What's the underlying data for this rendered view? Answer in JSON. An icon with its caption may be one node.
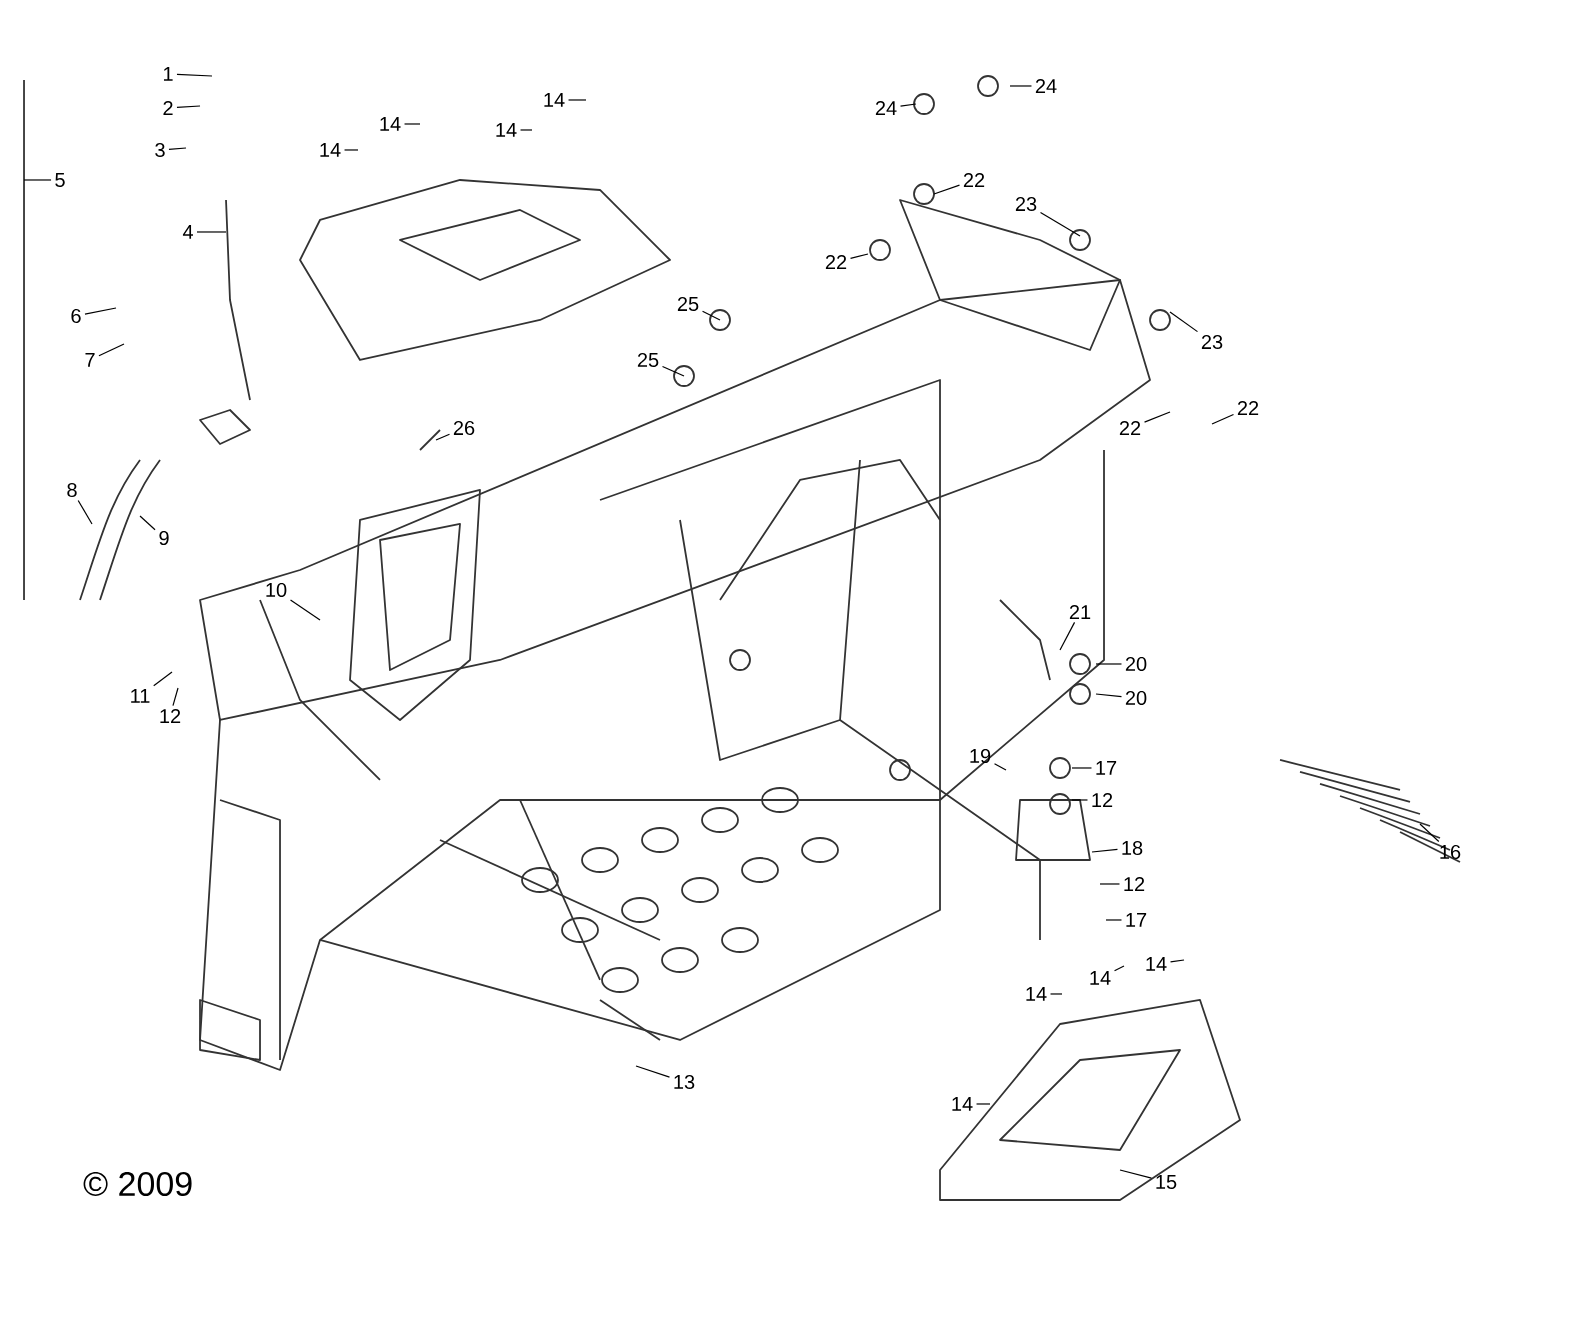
{
  "diagram": {
    "nodes": [
      {
        "text": [
          "1"
        ]
      },
      {
        "text": [
          "2"
        ]
      },
      {
        "text": [
          "3"
        ]
      },
      {
        "text": [
          "4"
        ]
      },
      {
        "text": [
          "5"
        ]
      },
      {
        "text": [
          "6"
        ]
      },
      {
        "text": [
          "7"
        ]
      },
      {
        "text": [
          "8"
        ]
      },
      {
        "text": [
          "9"
        ]
      },
      {
        "text": [
          "10"
        ]
      },
      {
        "text": [
          "11"
        ]
      },
      {
        "text": [
          "12"
        ]
      },
      {
        "text": [
          "13"
        ]
      },
      {
        "text": [
          "14"
        ]
      },
      {
        "text": [
          "14"
        ]
      },
      {
        "text": [
          "14"
        ]
      },
      {
        "text": [
          "14"
        ]
      },
      {
        "text": [
          "24"
        ]
      },
      {
        "text": [
          "24"
        ]
      },
      {
        "text": [
          "22"
        ]
      },
      {
        "text": [
          "23"
        ]
      },
      {
        "text": [
          "22"
        ]
      },
      {
        "text": [
          "25"
        ]
      },
      {
        "text": [
          "25"
        ]
      },
      {
        "text": [
          "26"
        ]
      },
      {
        "text": [
          "23"
        ]
      },
      {
        "text": [
          "22"
        ]
      },
      {
        "text": [
          "22"
        ]
      },
      {
        "text": [
          "21"
        ]
      },
      {
        "text": [
          "20"
        ]
      },
      {
        "text": [
          "20"
        ]
      },
      {
        "text": [
          "19"
        ]
      },
      {
        "text": [
          "17"
        ]
      },
      {
        "text": [
          "12"
        ]
      },
      {
        "text": [
          "18"
        ]
      },
      {
        "text": [
          "12"
        ]
      },
      {
        "text": [
          "17"
        ]
      },
      {
        "text": [
          "14"
        ]
      },
      {
        "text": [
          "14"
        ]
      },
      {
        "text": [
          "14"
        ]
      },
      {
        "text": [
          "16"
        ]
      },
      {
        "text": [
          "14"
        ]
      },
      {
        "text": [
          "15"
        ]
      }
    ],
    "edges": [
      {
        "from": 0,
        "to": null,
        "arrow": "none"
      },
      {
        "from": 1,
        "to": null,
        "arrow": "none"
      },
      {
        "from": 2,
        "to": null,
        "arrow": "none"
      },
      {
        "from": 3,
        "to": null,
        "arrow": "none"
      },
      {
        "from": 4,
        "to": null,
        "arrow": "none"
      },
      {
        "from": 5,
        "to": null,
        "arrow": "none"
      },
      {
        "from": 6,
        "to": null,
        "arrow": "none"
      },
      {
        "from": 7,
        "to": null,
        "arrow": "none"
      },
      {
        "from": 8,
        "to": null,
        "arrow": "none"
      },
      {
        "from": 9,
        "to": null,
        "arrow": "none"
      },
      {
        "from": 10,
        "to": null,
        "arrow": "none"
      },
      {
        "from": 11,
        "to": null,
        "arrow": "none"
      },
      {
        "from": 12,
        "to": null,
        "arrow": "none"
      },
      {
        "from": 13,
        "to": null,
        "arrow": "none"
      },
      {
        "from": 14,
        "to": null,
        "arrow": "none"
      },
      {
        "from": 15,
        "to": null,
        "arrow": "none"
      },
      {
        "from": 16,
        "to": null,
        "arrow": "none"
      },
      {
        "from": 17,
        "to": null,
        "arrow": "none"
      },
      {
        "from": 18,
        "to": null,
        "arrow": "none"
      },
      {
        "from": 19,
        "to": null,
        "arrow": "none"
      },
      {
        "from": 20,
        "to": null,
        "arrow": "none"
      },
      {
        "from": 21,
        "to": null,
        "arrow": "none"
      },
      {
        "from": 22,
        "to": null,
        "arrow": "none"
      },
      {
        "from": 23,
        "to": null,
        "arrow": "none"
      },
      {
        "from": 24,
        "to": null,
        "arrow": "none"
      },
      {
        "from": 25,
        "to": null,
        "arrow": "none"
      },
      {
        "from": 26,
        "to": null,
        "arrow": "none"
      },
      {
        "from": 27,
        "to": null,
        "arrow": "none"
      },
      {
        "from": 28,
        "to": null,
        "arrow": "none"
      },
      {
        "from": 29,
        "to": null,
        "arrow": "none"
      },
      {
        "from": 30,
        "to": null,
        "arrow": "none"
      },
      {
        "from": 31,
        "to": null,
        "arrow": "none"
      },
      {
        "from": 32,
        "to": null,
        "arrow": "none"
      },
      {
        "from": 33,
        "to": null,
        "arrow": "none"
      },
      {
        "from": 34,
        "to": null,
        "arrow": "none"
      },
      {
        "from": 35,
        "to": null,
        "arrow": "none"
      },
      {
        "from": 36,
        "to": null,
        "arrow": "none"
      },
      {
        "from": 37,
        "to": null,
        "arrow": "none"
      },
      {
        "from": 38,
        "to": null,
        "arrow": "none"
      },
      {
        "from": 39,
        "to": null,
        "arrow": "none"
      },
      {
        "from": 40,
        "to": null,
        "arrow": "none"
      },
      {
        "from": 41,
        "to": null,
        "arrow": "none"
      },
      {
        "from": 42,
        "to": null,
        "arrow": "none"
      }
    ],
    "labels": [
      "© 2009"
    ]
  }
}
